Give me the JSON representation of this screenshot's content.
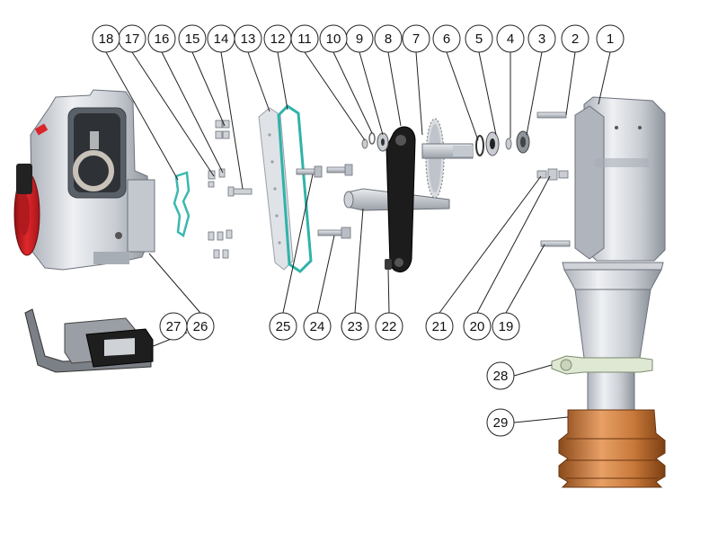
{
  "diagram": {
    "callouts": [
      "1",
      "2",
      "3",
      "4",
      "5",
      "6",
      "7",
      "8",
      "9",
      "10",
      "11",
      "12",
      "13",
      "14",
      "15",
      "16",
      "17",
      "18",
      "19",
      "20",
      "21",
      "22",
      "23",
      "24",
      "25",
      "26",
      "27",
      "28",
      "29"
    ]
  },
  "colors": {
    "metal_light": "#e6e8ec",
    "metal_mid": "#b9bec6",
    "metal_dark": "#7d838c",
    "engine_red": "#d8262a",
    "gasket_teal": "#39b8b0",
    "bellows_copper": "#c8793a",
    "clamp_green": "#dfe8d2",
    "black": "#151515"
  }
}
